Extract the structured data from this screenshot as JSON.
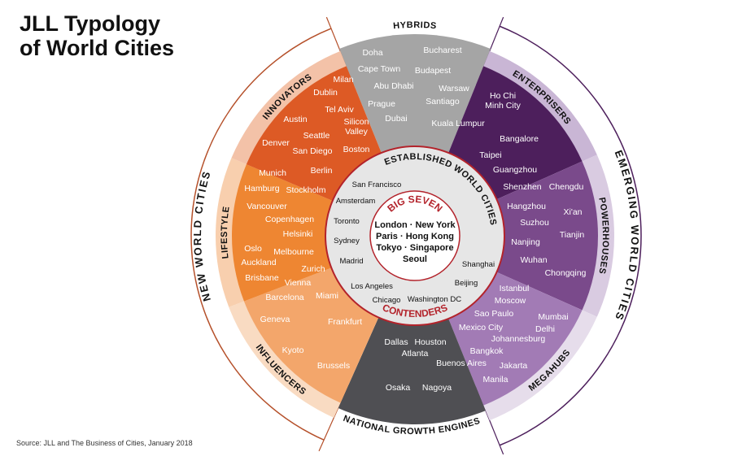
{
  "title": {
    "line1": "JLL Typology",
    "line2": "of World Cities"
  },
  "source": "Source: JLL and The Business of Cities,  January 2018",
  "colors": {
    "innovators": "#dd5a25",
    "innovators_band": "#f3c2a8",
    "lifestyle": "#ee8632",
    "lifestyle_band": "#f8cfae",
    "influencers": "#f3a66b",
    "influencers_band": "#f9dbc2",
    "hybrids": "#a5a5a5",
    "enterprisers": "#4d1f5c",
    "enterprisers_band": "#c9b6d5",
    "powerhouses": "#7a4a8b",
    "powerhouses_band": "#d9cbe1",
    "megahubs": "#a27bb5",
    "megahubs_band": "#e6ddeb",
    "national": "#4f4f53",
    "ring": "#e6e6e6",
    "accent_red": "#b3232b",
    "new_world_arc": "#b5502a",
    "emerging_arc": "#4d1f5c"
  },
  "labels": {
    "hybrids": "HYBRIDS",
    "innovators": "INNOVATORS",
    "lifestyle": "LIFESTYLE",
    "influencers": "INFLUENCERS",
    "enterprisers": "ENTERPRISERS",
    "powerhouses": "POWERHOUSES",
    "megahubs": "MEGAHUBS",
    "national": "NATIONAL GROWTH ENGINES",
    "new_world": "NEW WORLD CITIES",
    "emerging": "EMERGING WORLD CITIES",
    "established": "ESTABLISHED WORLD CITIES",
    "big_seven": "BIG SEVEN",
    "contenders": "CONTENDERS"
  },
  "big_seven": [
    "London · New York",
    "Paris · Hong Kong",
    "Tokyo · Singapore",
    "Seoul"
  ],
  "cities": {
    "hybrids": [
      "Doha",
      "Bucharest",
      "Cape Town",
      "Budapest",
      "Abu Dhabi",
      "Warsaw",
      "Prague",
      "Santiago",
      "Dubai",
      "Kuala Lumpur"
    ],
    "innovators": [
      "Milan",
      "Dublin",
      "Tel Aviv",
      "Austin",
      "Silicon",
      "Valley",
      "Seattle",
      "Denver",
      "San Diego",
      "Boston",
      "Munich",
      "Berlin"
    ],
    "lifestyle": [
      "Hamburg",
      "Stockholm",
      "Vancouver",
      "Copenhagen",
      "Helsinki",
      "Oslo",
      "Melbourne",
      "Auckland",
      "Zurich",
      "Brisbane",
      "Vienna"
    ],
    "influencers": [
      "Barcelona",
      "Miami",
      "Geneva",
      "Frankfurt",
      "Kyoto",
      "Brussels"
    ],
    "national": [
      "Dallas",
      "Houston",
      "Atlanta",
      "Buenos Aires",
      "Osaka",
      "Nagoya"
    ],
    "enterprisers": [
      "Ho Chi",
      "Minh City",
      "Bangalore",
      "Taipei",
      "Guangzhou",
      "Shenzhen",
      "Chengdu"
    ],
    "powerhouses": [
      "Hangzhou",
      "Xi'an",
      "Suzhou",
      "Tianjin",
      "Nanjing",
      "Wuhan",
      "Chongqing"
    ],
    "megahubs": [
      "Istanbul",
      "Moscow",
      "Sao Paulo",
      "Mumbai",
      "Mexico City",
      "Delhi",
      "Johannesburg",
      "Bangkok",
      "Jakarta",
      "Manila"
    ],
    "contenders": [
      "San Francisco",
      "Amsterdam",
      "Toronto",
      "Sydney",
      "Madrid",
      "Los Angeles",
      "Chicago",
      "Washington DC",
      "Beijing",
      "Shanghai"
    ]
  }
}
